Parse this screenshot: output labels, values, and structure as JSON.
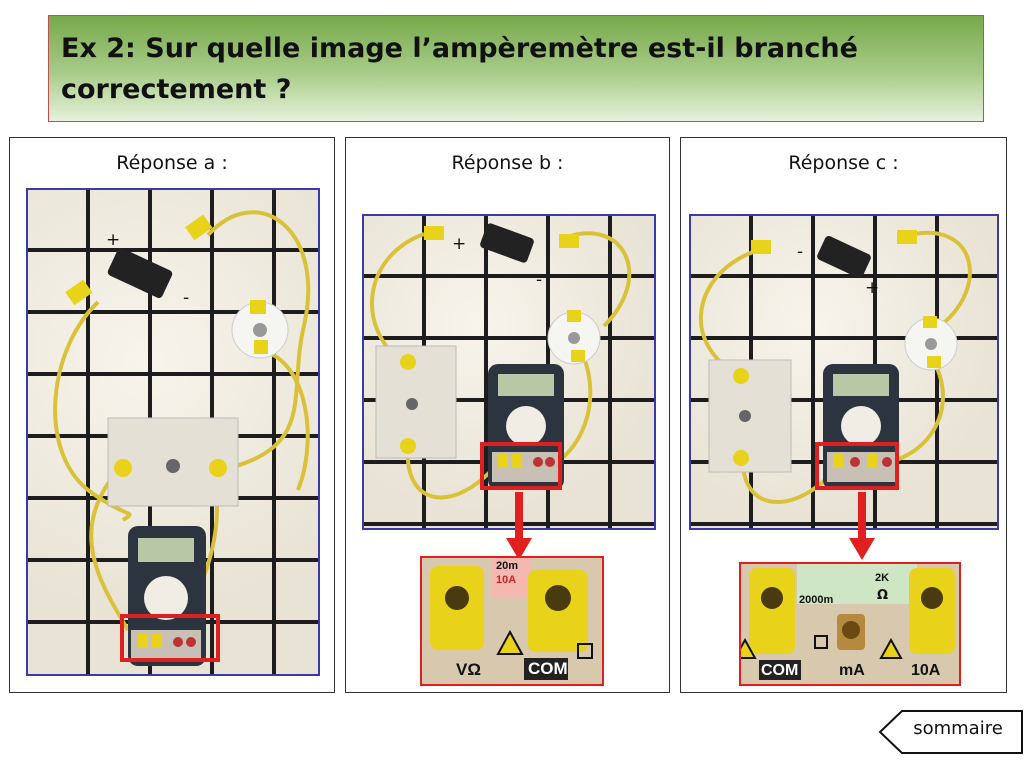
{
  "title": {
    "line1": "Ex 2: Sur quelle image l’ampèremètre est-il branché",
    "line2": "correctement ?"
  },
  "panels": {
    "a": {
      "label": "Réponse a :",
      "plus": "+",
      "minus": "-"
    },
    "b": {
      "label": "Réponse b :",
      "plus": "+",
      "minus": "-",
      "zoom": {
        "range_top": "20m",
        "range_bottom": "10A",
        "left_terminal": "VΩ",
        "right_terminal": "COM"
      }
    },
    "c": {
      "label": "Réponse c :",
      "plus": "+",
      "minus": "-",
      "zoom": {
        "range": "2000m",
        "k_label": "2K",
        "omega": "Ω",
        "left_terminal": "COM",
        "mid_terminal": "mA",
        "right_terminal": "10A"
      }
    }
  },
  "nav": {
    "sommaire": "sommaire"
  },
  "colors": {
    "title_green": "#77a94a",
    "highlight_red": "#e02020",
    "photo_border": "#3a3aa8",
    "wire_yellow": "#d9c23a"
  }
}
